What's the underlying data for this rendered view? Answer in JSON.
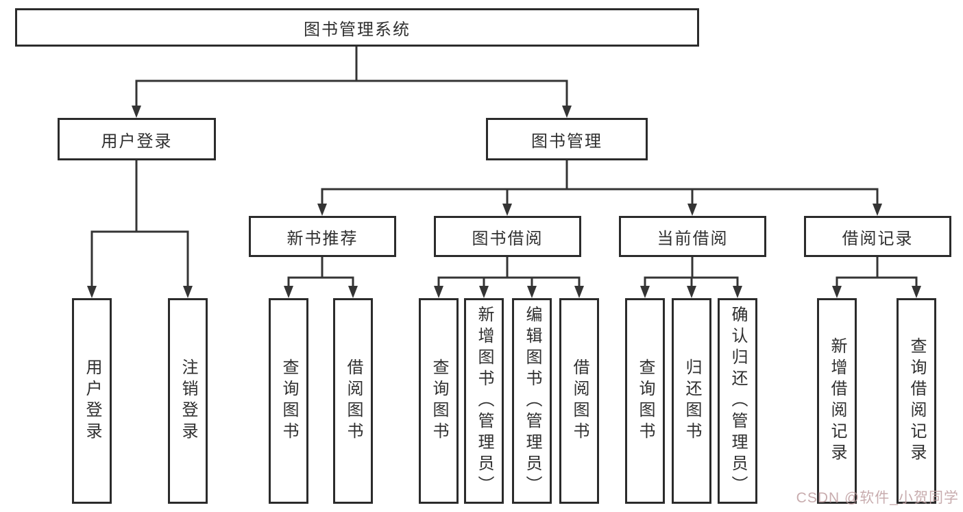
{
  "tree": {
    "label": "图书管理系统",
    "children": [
      {
        "label": "用户登录",
        "children": [
          {
            "label": "用户登录"
          },
          {
            "label": "注销登录"
          }
        ]
      },
      {
        "label": "图书管理",
        "children": [
          {
            "label": "新书推荐",
            "children": [
              {
                "label": "查询图书"
              },
              {
                "label": "借阅图书"
              }
            ]
          },
          {
            "label": "图书借阅",
            "children": [
              {
                "label": "查询图书"
              },
              {
                "label": "新增图书（管理员）"
              },
              {
                "label": "编辑图书（管理员）"
              },
              {
                "label": "借阅图书"
              }
            ]
          },
          {
            "label": "当前借阅",
            "children": [
              {
                "label": "查询图书"
              },
              {
                "label": "归还图书"
              },
              {
                "label": "确认归还（管理员）"
              }
            ]
          },
          {
            "label": "借阅记录",
            "children": [
              {
                "label": "新增借阅记录"
              },
              {
                "label": "查询借阅记录"
              }
            ]
          }
        ]
      }
    ]
  },
  "watermark": {
    "text": "CSDN @软件_小贺同学"
  },
  "colors": {
    "line": "#343434",
    "box_border": "#2b2b2b",
    "box_fill": "#ffffff",
    "text": "#2f2f2f",
    "watermark": "#be9ea0"
  }
}
